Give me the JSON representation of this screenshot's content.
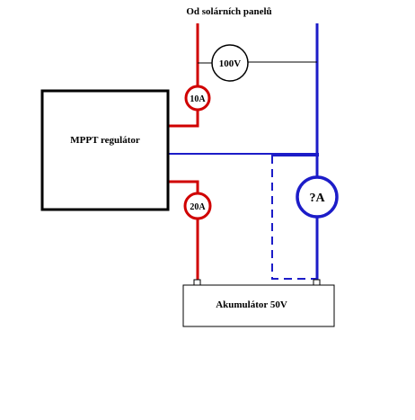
{
  "title": "Od solárních panelů",
  "regulator": {
    "label": "MPPT regulátor"
  },
  "battery": {
    "label": "Akumulátor 50V"
  },
  "meters": {
    "voltmeter": "100V",
    "ammeter_input": "10A",
    "ammeter_output": "20A",
    "ammeter_battery": "?A"
  },
  "colors": {
    "positive_wire": "#d00000",
    "negative_wire": "#1c1cc8",
    "outline": "#000000",
    "background": "#ffffff"
  }
}
